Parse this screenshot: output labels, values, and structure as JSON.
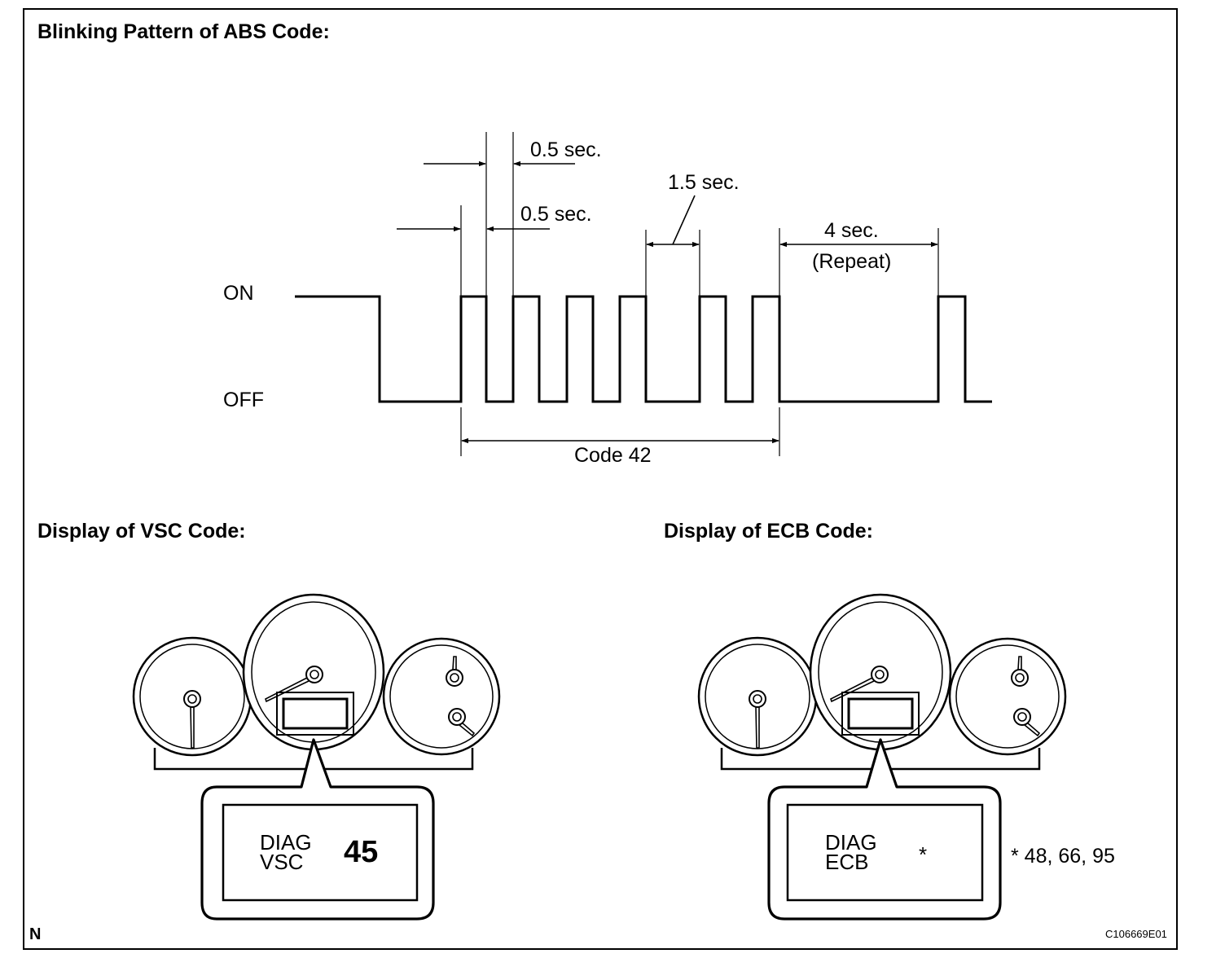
{
  "abs": {
    "title": "Blinking Pattern of ABS Code:",
    "on_label": "ON",
    "off_label": "OFF",
    "dim_0_5_a": "0.5 sec.",
    "dim_0_5_b": "0.5 sec.",
    "dim_1_5": "1.5 sec.",
    "dim_4": "4 sec.",
    "repeat": "(Repeat)",
    "code_label": "Code 42"
  },
  "vsc": {
    "title": "Display of VSC Code:",
    "line1": "DIAG",
    "line2": "VSC",
    "code": "45"
  },
  "ecb": {
    "title": "Display of ECB Code:",
    "line1": "DIAG",
    "line2": "ECB",
    "code": "*",
    "footnote": "* 48, 66, 95"
  },
  "corner": {
    "left": "N",
    "right": "C106669E01"
  }
}
